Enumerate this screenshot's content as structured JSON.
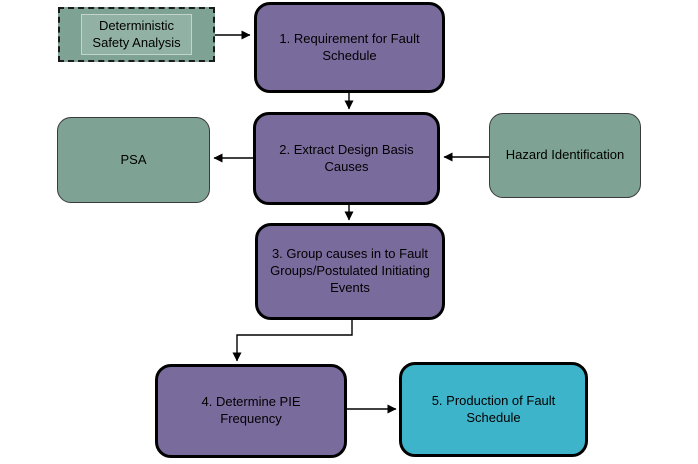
{
  "colors": {
    "purple": "#7A6B9D",
    "green": "#7EA394",
    "cyan": "#3EB4CA",
    "border": "#000000",
    "background": "#FFFFFF"
  },
  "nodes": {
    "deterministic_safety_analysis": {
      "label": "Deterministic\nSafety Analysis"
    },
    "step1": {
      "label": "1. Requirement for Fault\nSchedule"
    },
    "psa": {
      "label": "PSA"
    },
    "step2": {
      "label": "2. Extract Design Basis\nCauses"
    },
    "hazard_identification": {
      "label": "Hazard Identification"
    },
    "step3": {
      "label": "3. Group causes in to Fault\nGroups/Postulated Initiating\nEvents"
    },
    "step4": {
      "label": "4. Determine PIE\nFrequency"
    },
    "step5": {
      "label": "5. Production of Fault\nSchedule"
    }
  },
  "edges": [
    {
      "from": "deterministic_safety_analysis",
      "to": "step1"
    },
    {
      "from": "step1",
      "to": "step2"
    },
    {
      "from": "step2",
      "to": "psa"
    },
    {
      "from": "hazard_identification",
      "to": "step2"
    },
    {
      "from": "step2",
      "to": "step3"
    },
    {
      "from": "step3",
      "to": "step4"
    },
    {
      "from": "step4",
      "to": "step5"
    }
  ]
}
